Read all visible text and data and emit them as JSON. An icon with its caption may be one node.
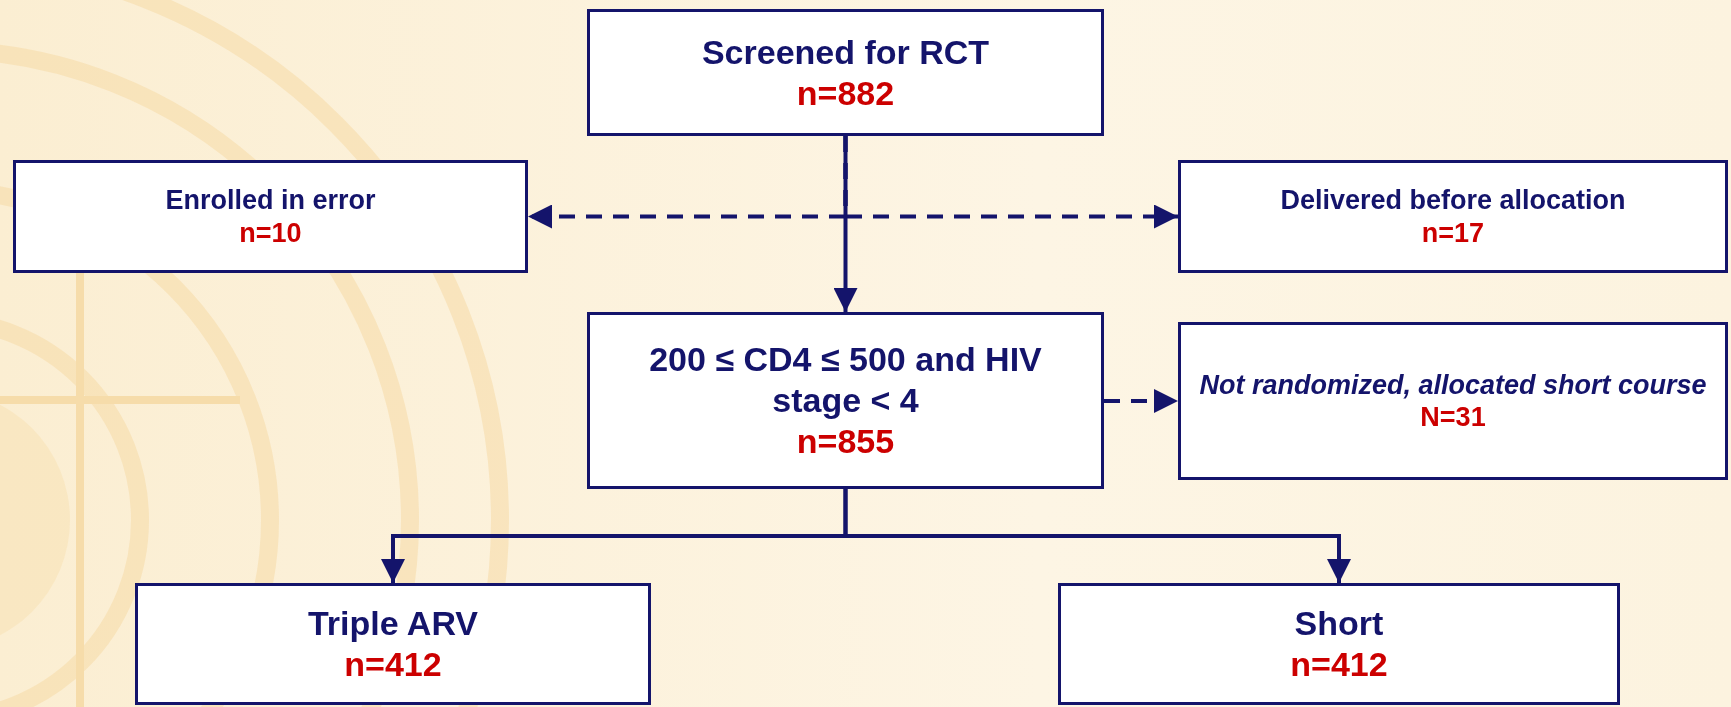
{
  "diagram": {
    "nodes": [
      {
        "text": [
          "Screened for RCT",
          "n=882"
        ]
      },
      {
        "text": [
          "Enrolled in error",
          "n=10"
        ]
      },
      {
        "text": [
          "Delivered before allocation",
          "n=17"
        ]
      },
      {
        "text": [
          "200 ≤ CD4 ≤ 500 and HIV stage < 4",
          "n=855"
        ]
      },
      {
        "text": [
          "Not randomized, allocated short course",
          "N=31"
        ]
      },
      {
        "text": [
          "Triple ARV",
          "n=412"
        ]
      },
      {
        "text": [
          "Short",
          "n=412"
        ]
      }
    ],
    "edges": [
      {
        "from": 0,
        "to": 3,
        "arrow": "to"
      },
      {
        "from": 0,
        "to": 1,
        "arrow": "to",
        "style": "dashed"
      },
      {
        "from": 0,
        "to": 2,
        "arrow": "to",
        "style": "dashed"
      },
      {
        "from": 3,
        "to": 4,
        "arrow": "to",
        "style": "dashed"
      },
      {
        "from": 3,
        "to": 5,
        "arrow": "to"
      },
      {
        "from": 3,
        "to": 6,
        "arrow": "to"
      }
    ]
  }
}
